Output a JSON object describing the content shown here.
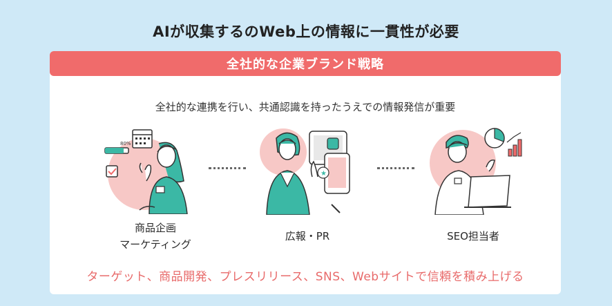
{
  "title": "AIが収集するのWeb上の情報に一貫性が必要",
  "banner": "全社的な企業ブランド戦略",
  "subtitle": "全社的な連携を行い、共通認識を持ったうえでの情報発信が重要",
  "roles": [
    {
      "line1": "商品企画",
      "line2": "マーケティング",
      "icon": "woman-planning-icon"
    },
    {
      "line1": "広報・PR",
      "line2": "",
      "icon": "woman-pr-icon"
    },
    {
      "line1": "SEO担当者",
      "line2": "",
      "icon": "man-seo-icon"
    }
  ],
  "progress_label": "80%",
  "footer": "ターゲット、商品開発、プレスリリース、SNS、Webサイトで信頼を積み上げる",
  "colors": {
    "background": "#cfe9f7",
    "accent": "#f06b6b",
    "teal": "#3bb8a5",
    "pink": "#f7c8c6"
  }
}
